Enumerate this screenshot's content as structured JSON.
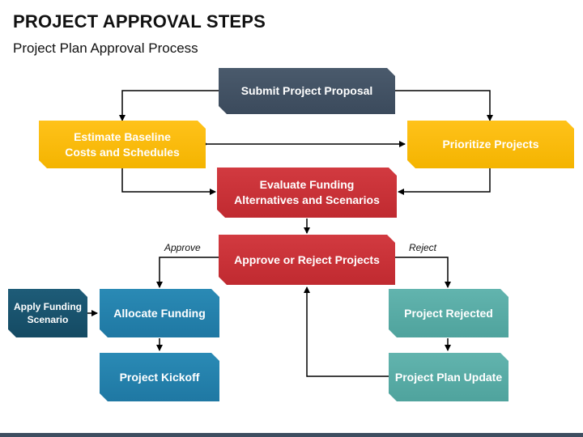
{
  "header": {
    "title": "PROJECT APPROVAL STEPS",
    "subtitle": "Project Plan Approval Process"
  },
  "nodes": {
    "submit": "Submit Project Proposal",
    "estimate": "Estimate Baseline\nCosts and Schedules",
    "prioritize": "Prioritize Projects",
    "evaluate": "Evaluate Funding\nAlternatives and Scenarios",
    "approve_reject": "Approve or Reject Projects",
    "apply_funding": "Apply Funding\nScenario",
    "allocate": "Allocate Funding",
    "kickoff": "Project Kickoff",
    "rejected": "Project Rejected",
    "plan_update": "Project Plan Update"
  },
  "edge_labels": {
    "approve": "Approve",
    "reject": "Reject"
  },
  "colors": {
    "dark": "#3b4a5c",
    "yellow": "#f4b400",
    "red": "#c02a30",
    "blue": "#1f78a3",
    "navy": "#144a63",
    "teal": "#4fa39d"
  }
}
